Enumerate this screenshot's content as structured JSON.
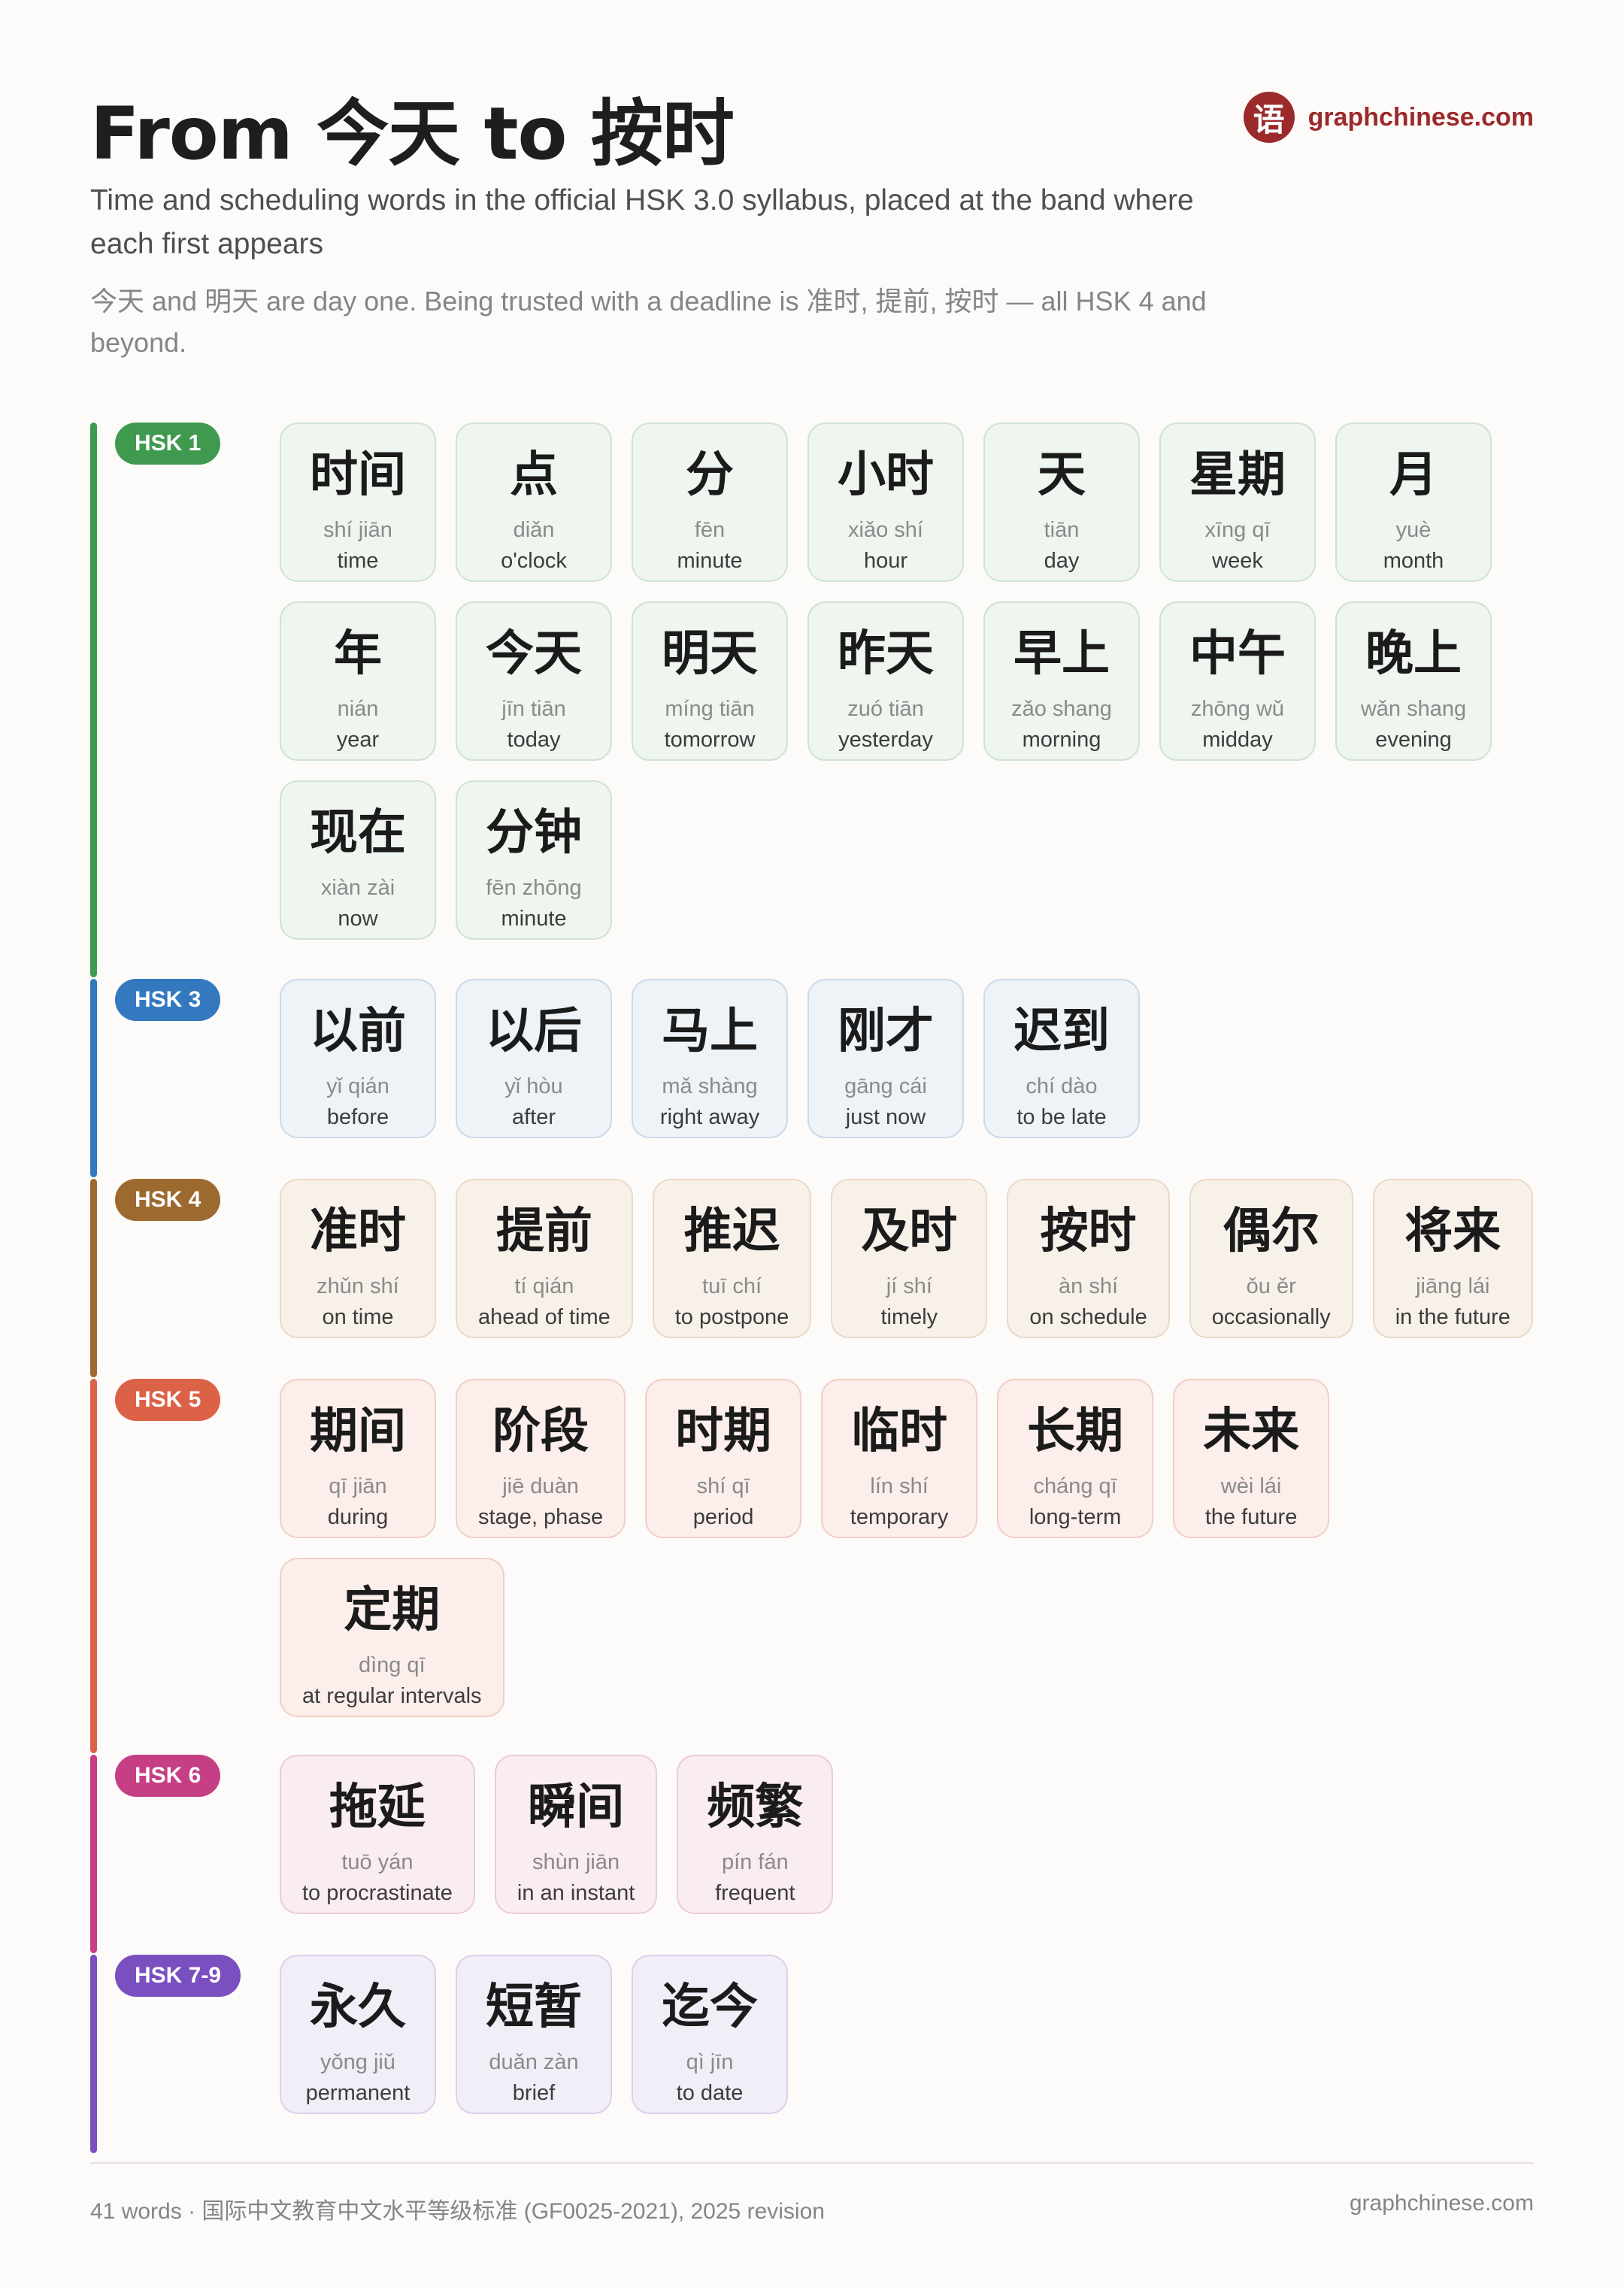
{
  "title": "From 今天 to 按时",
  "subtitle": "Time and scheduling words in the official HSK 3.0 syllabus, placed at the band where each first appears",
  "note": "今天 and 明天 are day one. Being trusted with a deadline is 准时, 提前, 按时 — all HSK 4 and beyond.",
  "brand": {
    "logo_char": "语",
    "name": "graphchinese.com"
  },
  "levels": [
    {
      "label": "HSK 1",
      "color": "#3f9a4f",
      "card_bg": "#eff5ef",
      "card_border": "#cfe3d2",
      "words": [
        {
          "hanzi": "时间",
          "pinyin": "shí jiān",
          "gloss": "time"
        },
        {
          "hanzi": "点",
          "pinyin": "diǎn",
          "gloss": "o'clock"
        },
        {
          "hanzi": "分",
          "pinyin": "fēn",
          "gloss": "minute"
        },
        {
          "hanzi": "小时",
          "pinyin": "xiǎo shí",
          "gloss": "hour"
        },
        {
          "hanzi": "天",
          "pinyin": "tiān",
          "gloss": "day"
        },
        {
          "hanzi": "星期",
          "pinyin": "xīng qī",
          "gloss": "week"
        },
        {
          "hanzi": "月",
          "pinyin": "yuè",
          "gloss": "month"
        },
        {
          "hanzi": "年",
          "pinyin": "nián",
          "gloss": "year"
        },
        {
          "hanzi": "今天",
          "pinyin": "jīn tiān",
          "gloss": "today"
        },
        {
          "hanzi": "明天",
          "pinyin": "míng tiān",
          "gloss": "tomorrow"
        },
        {
          "hanzi": "昨天",
          "pinyin": "zuó tiān",
          "gloss": "yesterday"
        },
        {
          "hanzi": "早上",
          "pinyin": "zǎo shang",
          "gloss": "morning"
        },
        {
          "hanzi": "中午",
          "pinyin": "zhōng wǔ",
          "gloss": "midday"
        },
        {
          "hanzi": "晚上",
          "pinyin": "wǎn shang",
          "gloss": "evening"
        },
        {
          "hanzi": "现在",
          "pinyin": "xiàn zài",
          "gloss": "now"
        },
        {
          "hanzi": "分钟",
          "pinyin": "fēn zhōng",
          "gloss": "minute"
        }
      ]
    },
    {
      "label": "HSK 3",
      "color": "#3479c0",
      "card_bg": "#eef3f8",
      "card_border": "#cbdaea",
      "words": [
        {
          "hanzi": "以前",
          "pinyin": "yǐ qián",
          "gloss": "before"
        },
        {
          "hanzi": "以后",
          "pinyin": "yǐ hòu",
          "gloss": "after"
        },
        {
          "hanzi": "马上",
          "pinyin": "mǎ shàng",
          "gloss": "right away"
        },
        {
          "hanzi": "刚才",
          "pinyin": "gāng cái",
          "gloss": "just now"
        },
        {
          "hanzi": "迟到",
          "pinyin": "chí dào",
          "gloss": "to be late"
        }
      ]
    },
    {
      "label": "HSK 4",
      "color": "#9c6a2f",
      "card_bg": "#f8f1ea",
      "card_border": "#ead9c6",
      "words": [
        {
          "hanzi": "准时",
          "pinyin": "zhǔn shí",
          "gloss": "on time"
        },
        {
          "hanzi": "提前",
          "pinyin": "tí qián",
          "gloss": "ahead of time"
        },
        {
          "hanzi": "推迟",
          "pinyin": "tuī chí",
          "gloss": "to postpone"
        },
        {
          "hanzi": "及时",
          "pinyin": "jí shí",
          "gloss": "timely"
        },
        {
          "hanzi": "按时",
          "pinyin": "àn shí",
          "gloss": "on schedule"
        },
        {
          "hanzi": "偶尔",
          "pinyin": "ǒu ěr",
          "gloss": "occasionally"
        },
        {
          "hanzi": "将来",
          "pinyin": "jiāng lái",
          "gloss": "in the future"
        }
      ]
    },
    {
      "label": "HSK 5",
      "color": "#dc6247",
      "card_bg": "#fbeeeb",
      "card_border": "#f1cfc6",
      "words": [
        {
          "hanzi": "期间",
          "pinyin": "qī jiān",
          "gloss": "during"
        },
        {
          "hanzi": "阶段",
          "pinyin": "jiē duàn",
          "gloss": "stage, phase"
        },
        {
          "hanzi": "时期",
          "pinyin": "shí qī",
          "gloss": "period"
        },
        {
          "hanzi": "临时",
          "pinyin": "lín shí",
          "gloss": "temporary"
        },
        {
          "hanzi": "长期",
          "pinyin": "cháng qī",
          "gloss": "long-term"
        },
        {
          "hanzi": "未来",
          "pinyin": "wèi lái",
          "gloss": "the future"
        },
        {
          "hanzi": "定期",
          "pinyin": "dìng qī",
          "gloss": "at regular intervals"
        }
      ]
    },
    {
      "label": "HSK 6",
      "color": "#c63f84",
      "card_bg": "#f9ecf2",
      "card_border": "#eccbdc",
      "words": [
        {
          "hanzi": "拖延",
          "pinyin": "tuō yán",
          "gloss": "to procrastinate"
        },
        {
          "hanzi": "瞬间",
          "pinyin": "shùn jiān",
          "gloss": "in an instant"
        },
        {
          "hanzi": "频繁",
          "pinyin": "pín fán",
          "gloss": "frequent"
        }
      ]
    },
    {
      "label": "HSK 7-9",
      "color": "#7a4fc0",
      "card_bg": "#f2eef8",
      "card_border": "#dbd0ec",
      "words": [
        {
          "hanzi": "永久",
          "pinyin": "yǒng jiǔ",
          "gloss": "permanent"
        },
        {
          "hanzi": "短暂",
          "pinyin": "duǎn zàn",
          "gloss": "brief"
        },
        {
          "hanzi": "迄今",
          "pinyin": "qì jīn",
          "gloss": "to date"
        }
      ]
    }
  ],
  "footer": {
    "left": "41 words · 国际中文教育中文水平等级标准 (GF0025-2021), 2025 revision",
    "right": "graphchinese.com"
  }
}
